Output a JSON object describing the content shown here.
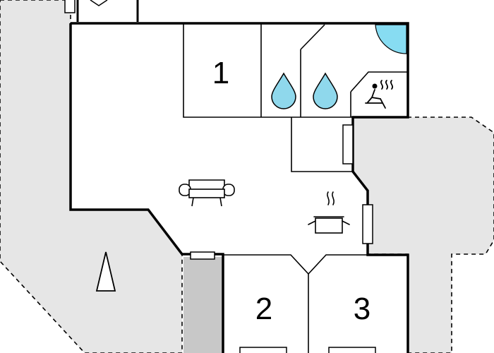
{
  "colors": {
    "background": "#ffffff",
    "wall": "#000000",
    "terrace": "#e6e6e6",
    "walkway": "#c8c8c8",
    "water": "#8fd8ec",
    "shower_tray": "#87dcf2"
  },
  "rooms": [
    {
      "id": "bedroom-1",
      "label": "1"
    },
    {
      "id": "bedroom-2",
      "label": "2"
    },
    {
      "id": "bedroom-3",
      "label": "3"
    }
  ],
  "icons": {
    "bathroom_1": "water-drop-icon",
    "bathroom_2": "water-drop-icon",
    "sauna": "sauna-icon",
    "living": "sofa-icon",
    "kitchen": "cooking-pot-icon",
    "north": "north-arrow-icon",
    "shower": "shower-tray-icon",
    "window": "window-icon"
  }
}
